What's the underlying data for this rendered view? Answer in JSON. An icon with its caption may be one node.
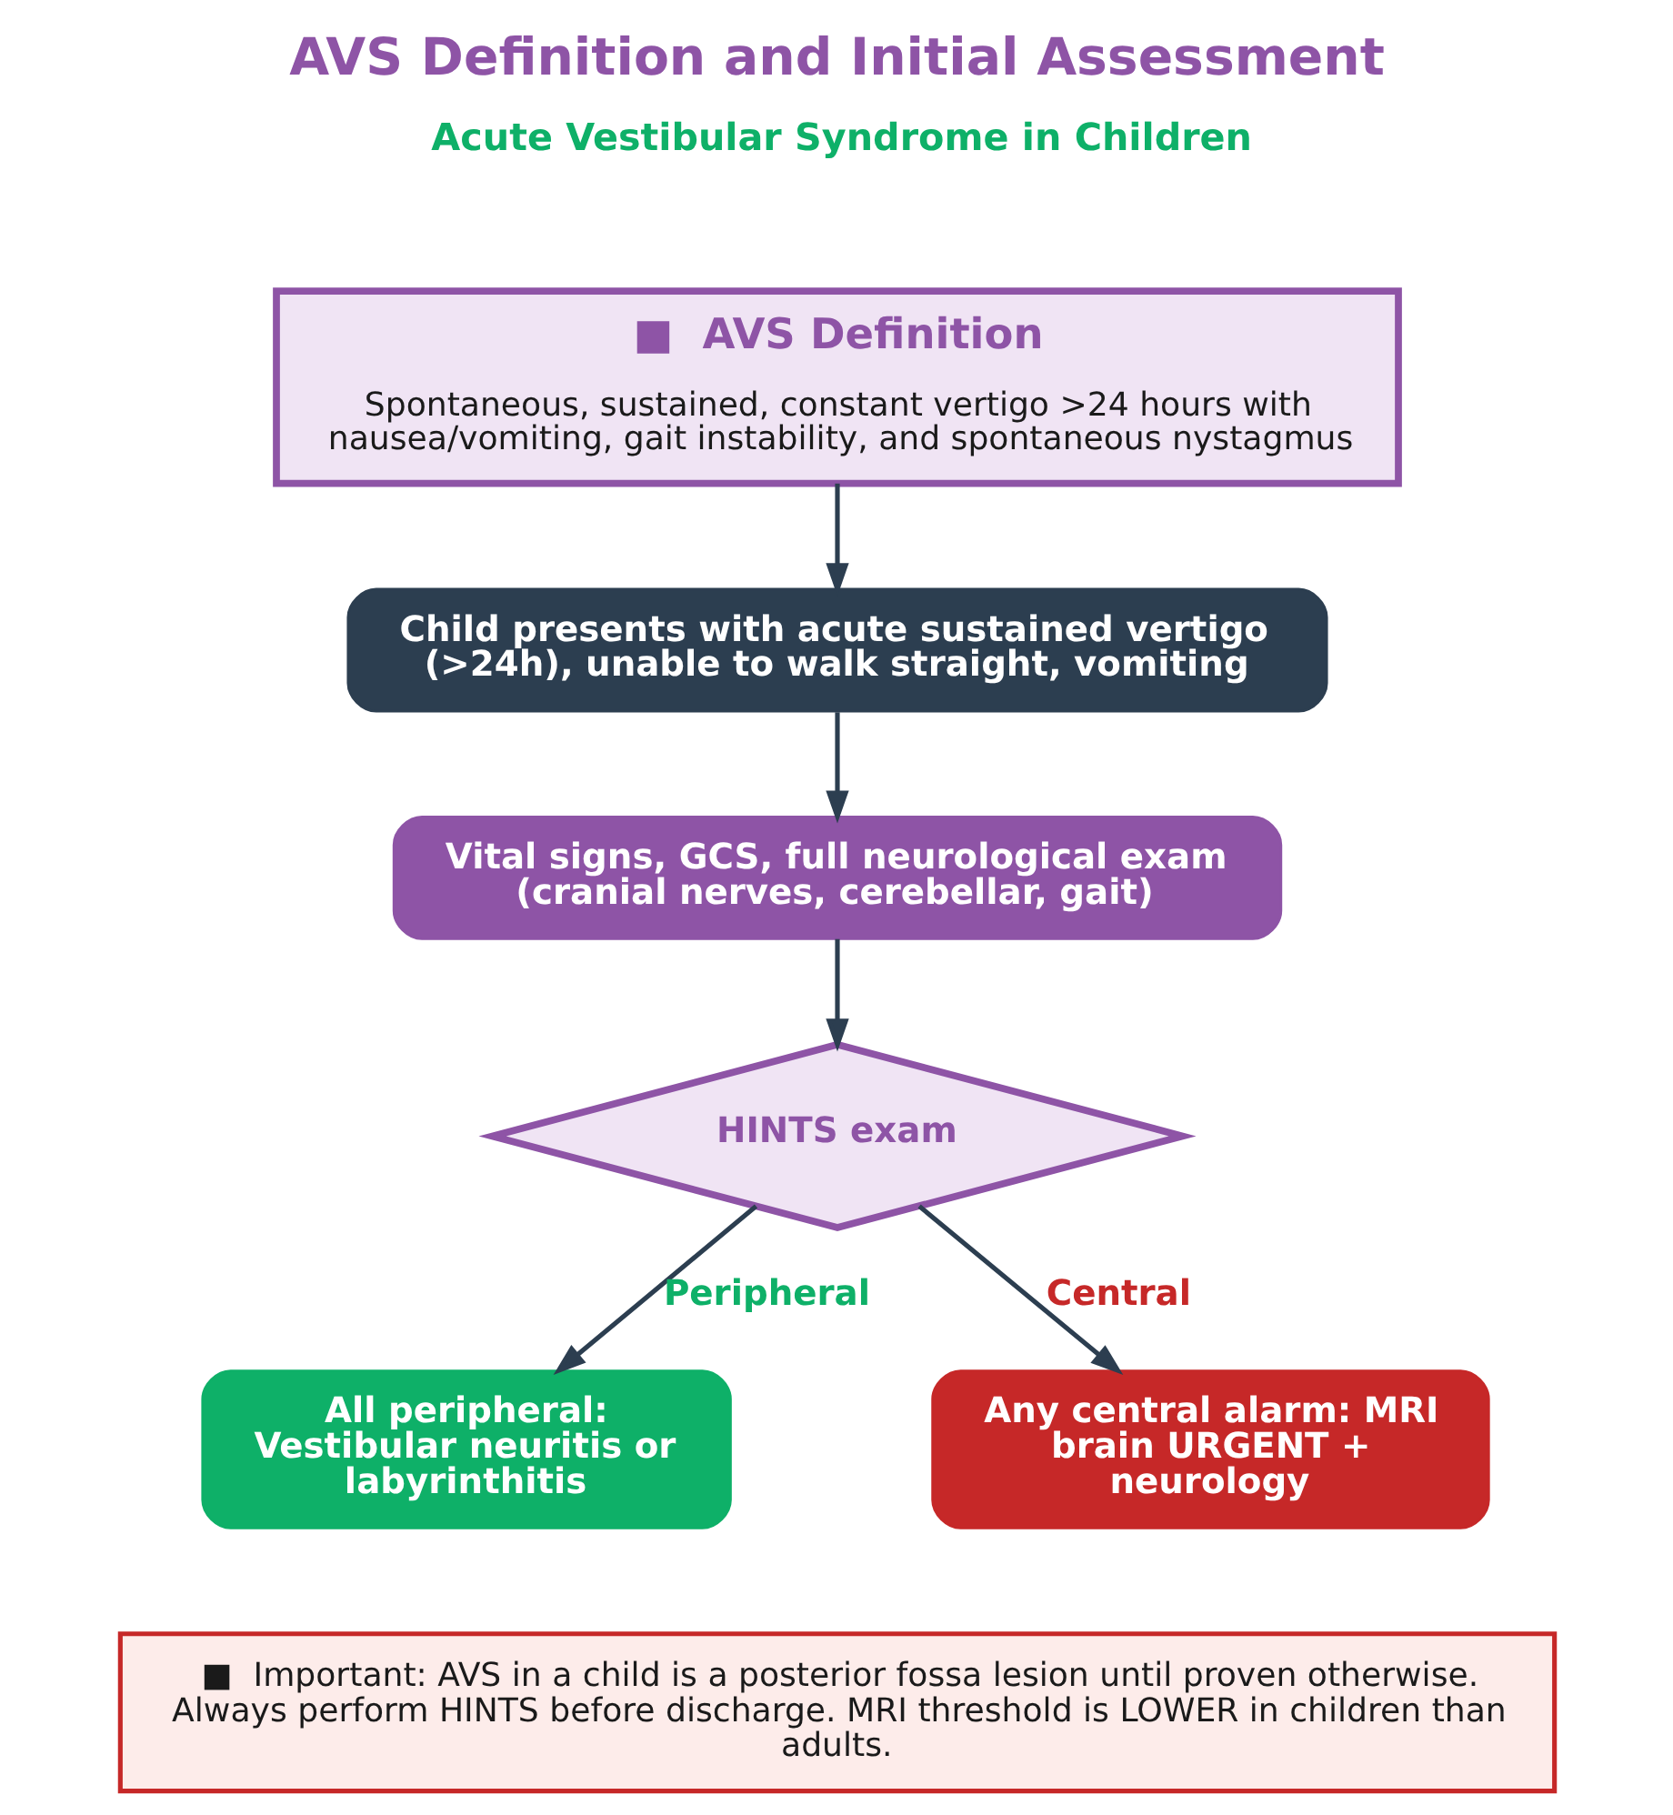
{
  "diagram": {
    "title": "AVS Definition and Initial Assessment",
    "nodes": [
      {
        "text": [
          "■  AVS Definition",
          "Spontaneous, sustained, constant vertigo >24 hours with nausea/vomiting, gait instability, and spontaneous nystagmus"
        ]
      },
      {
        "text": [
          "Child presents with acute sustained vertigo (>24h), unable to walk straight, vomiting"
        ]
      },
      {
        "text": [
          "Vital signs, GCS, full neurological exam (cranial nerves, cerebellar, gait)"
        ]
      },
      {
        "text": [
          "HINTS exam"
        ]
      },
      {
        "text": [
          "All peripheral: Vestibular neuritis or labyrinthitis"
        ]
      },
      {
        "text": [
          "Any central alarm: MRI brain URGENT + neurology"
        ]
      },
      {
        "text": [
          "■  Important: AVS in a child is a posterior fossa lesion until proven otherwise. Always perform HINTS before discharge. MRI threshold is LOWER in children than adults."
        ]
      }
    ],
    "edges": [
      {
        "from": 0,
        "to": 1,
        "arrow": "to"
      },
      {
        "from": 1,
        "to": 2,
        "arrow": "to"
      },
      {
        "from": 2,
        "to": 3,
        "arrow": "to"
      },
      {
        "from": 3,
        "to": 4,
        "arrow": "to",
        "label": "Peripheral"
      },
      {
        "from": 3,
        "to": 5,
        "arrow": "to",
        "label": "Central"
      }
    ],
    "labels": [
      "Acute Vestibular Syndrome in Children"
    ]
  }
}
